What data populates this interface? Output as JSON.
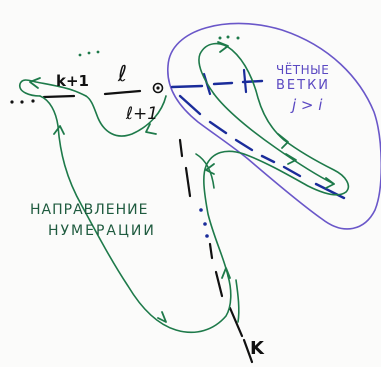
{
  "diagram": {
    "labels": {
      "k_plus_1": "k+1",
      "l": "ℓ",
      "l_plus_1": "ℓ+1",
      "k": "K"
    },
    "annotations": {
      "even_branches": [
        "ЧЁТНЫЕ",
        "ВЕТКИ",
        "j > i"
      ],
      "numbering_direction": [
        "НАПРАВЛЕНИЕ",
        "НУМЕРАЦИИ"
      ]
    },
    "colors": {
      "ink": "#111111",
      "green": "#1e7a4a",
      "blue": "#1a2c9a",
      "violet": "#6a57c9",
      "note": "#1f5b3f"
    }
  }
}
